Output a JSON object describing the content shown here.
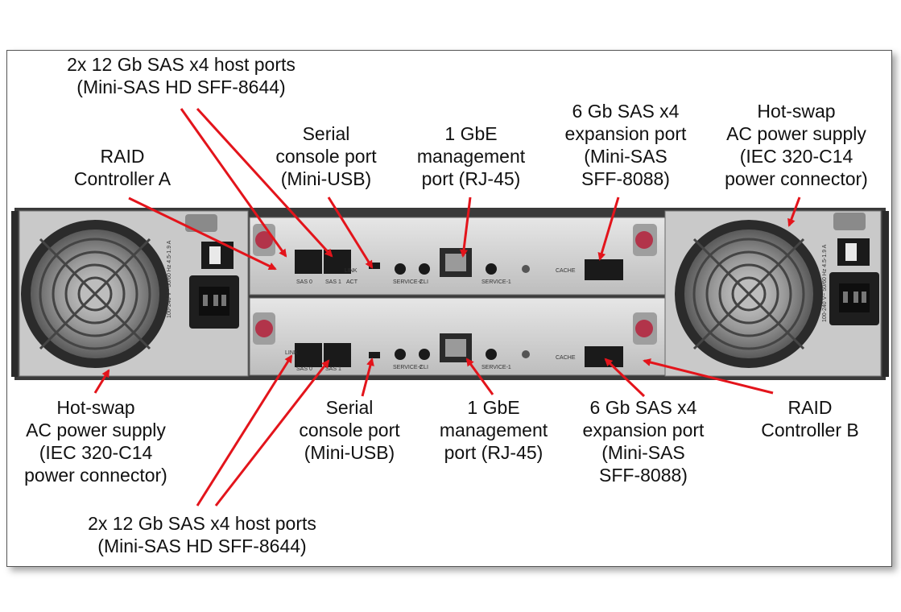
{
  "labels": {
    "top_host_ports": [
      "2x 12 Gb SAS x4 host ports",
      "(Mini-SAS HD SFF-8644)"
    ],
    "raid_a": [
      "RAID",
      "Controller A"
    ],
    "serial_top": [
      "Serial",
      "console port",
      "(Mini-USB)"
    ],
    "mgmt_top": [
      "1 GbE",
      "management",
      "port (RJ-45)"
    ],
    "exp_top": [
      "6 Gb SAS x4",
      "expansion port",
      "(Mini-SAS",
      "SFF-8088)"
    ],
    "psu_right": [
      "Hot-swap",
      "AC power supply",
      "(IEC 320-C14",
      "power connector)"
    ],
    "psu_left": [
      "Hot-swap",
      "AC power supply",
      "(IEC 320-C14",
      "power connector)"
    ],
    "serial_bottom": [
      "Serial",
      "console port",
      "(Mini-USB)"
    ],
    "mgmt_bottom": [
      "1 GbE",
      "management",
      "port (RJ-45)"
    ],
    "exp_bottom": [
      "6 Gb SAS x4",
      "expansion port",
      "(Mini-SAS",
      "SFF-8088)"
    ],
    "raid_b": [
      "RAID",
      "Controller B"
    ],
    "bottom_host_ports": [
      "2x 12 Gb SAS x4 host ports",
      "(Mini-SAS HD SFF-8644)"
    ]
  },
  "panel_text": {
    "sas0": "SAS 0",
    "sas1": "SAS 1",
    "link": "LINK",
    "act": "ACT",
    "cli": "CLI",
    "service2": "SERVICE-2",
    "service1": "SERVICE-1",
    "cache": "CACHE",
    "psu_rating": "100-240 V~ 50/60 Hz 4.5-1.9 A"
  },
  "colors": {
    "arrow": "#e3141b",
    "chassis": "#3a3a3a",
    "panel": "#d8d8d8",
    "port": "#1a1a1a",
    "latch": "#b2344a"
  }
}
